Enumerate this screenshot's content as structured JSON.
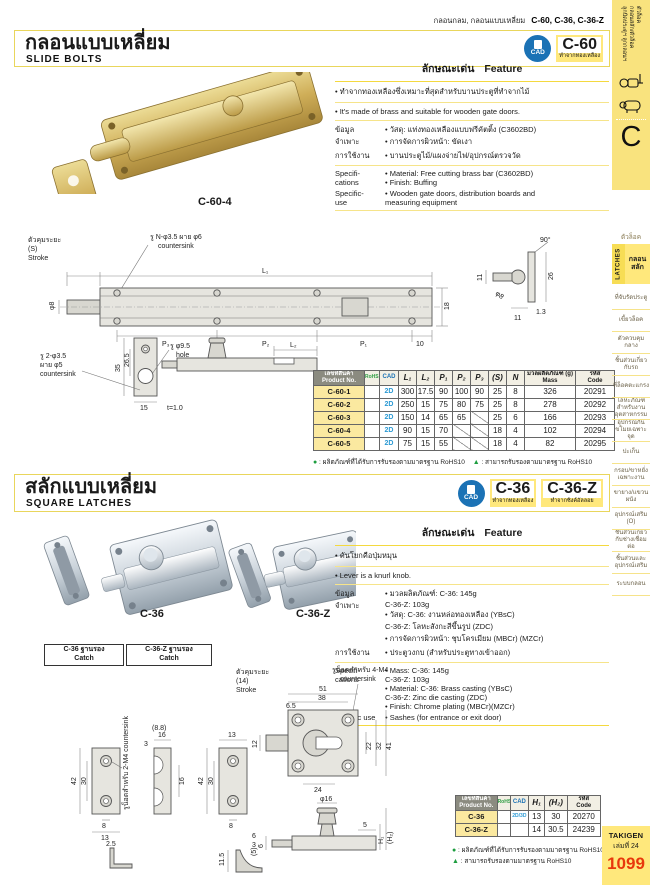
{
  "topbar": {
    "crumb": "กลอนกลม, กลอนแบบเหลี่ยม",
    "codes": "C-60, C-36, C-36-Z"
  },
  "colors": {
    "accent_yellow": "#FFE87C",
    "cad_blue": "#1B72B5",
    "cad_link_blue": "#2C9AD4",
    "page_number_red": "#E8380C",
    "rohs_green": "#1E9E40"
  },
  "sidebar": {
    "chapter": {
      "vt1": "ตัวล็อค",
      "vt2": "กลอนสลัก/ตัวล็อค",
      "vt3": "ลูกบิดประตูฯ ลูกกลอนฯ",
      "letter": "C"
    },
    "section_label": "ตัวล็อค",
    "vertical_label": "LATCHES",
    "active_item": "กลอน\nสลัก",
    "items": [
      "ที่จับรัดประตู",
      "เขี้ยวล็อค",
      "ตัวควบคุมกลาง",
      "ชิ้นส่วนเกี่ยวกับรถ",
      "ที่ล็อคตะแกรง",
      "โลหะภัณฑ์สำหรับงานอุตสาหกรรม",
      "อุปกรณ์กันขโมยเฉพาะจุด",
      "ปะเก็น",
      "กรอบ/ขาหยั่งเฉพาะงาน",
      "ขายาง/แขวนผนัง",
      "อุปกรณ์เสริม (O)",
      "ชิ้นส่วนเกี่ยวกับช่างเชื่อมต่อ",
      "ชิ้นส่วนและอุปกรณ์เสริม",
      "ระบบกลอน"
    ]
  },
  "page": {
    "brand": "TAKIGEN",
    "volume": "เล่มที่ 24",
    "number": "1099"
  },
  "section1": {
    "title_th": "กลอนแบบเหลี่ยม",
    "title_en": "SLIDE BOLTS",
    "cad_label": "CAD",
    "model": {
      "code": "C-60",
      "subtitle": "ทำจากทองเหลือง"
    },
    "photo_caption": "C-60-4",
    "feature": {
      "heading_th": "ลักษณะเด่น",
      "heading_en": "Feature",
      "bullet_th": "• ทำจากทองเหลืองซึ่งเหมาะที่สุดสำหรับบานประตูที่ทำจากไม้",
      "bullet_en": "• It's made of brass and suitable for wooden gate doors.",
      "groups": [
        {
          "label": "ข้อมูล\nจำเพาะ",
          "text": "• วัสดุ: แท่งทองเหลืองแบบฟรีคัตติ้ง (C3602BD)\n• การจัดการผิวหน้า: ขัดเงา"
        },
        {
          "label": "การใช้งาน",
          "text": "• บานประตูไม้/แผงจ่ายไฟ/อุปกรณ์ตรวจวัด"
        },
        {
          "label": "Specifi-\ncations",
          "text": "• Material: Free cutting brass bar (C3602BD)\n• Finish: Buffing"
        },
        {
          "label": "Specific-\nuse",
          "text": "• Wooden gate doors, distribution boards and\n  measuring equipment"
        }
      ]
    },
    "drawing": {
      "stroke_l1": "ตัวคุมระยะ",
      "stroke_l2": "(S)",
      "stroke_l3": "Stroke",
      "cs1": "รู N-φ3.5 ผาย φ6",
      "cs2": "countersink",
      "dia_rod": "φ8",
      "L1": "L₁",
      "d18": "18",
      "P3": "P₃",
      "P2": "P₂",
      "P1": "P₁",
      "d10": "10",
      "sv_angle": "90°",
      "sv_11a": "11",
      "sv_26": "26",
      "sv_13": "1.3",
      "sv_11b": "11",
      "sv_dia8": "φ8",
      "L2": "L₂",
      "pl_35": "35",
      "pl_265": "26.5",
      "pl_15": "15",
      "pl_t": "t=1.0",
      "pl_cs1": "รู 2-φ3.5",
      "pl_cs2": "ผาย φ5",
      "pl_cs3": "countersink",
      "pl_h1": "รู φ9.5",
      "pl_h2": "hole"
    },
    "table": {
      "headers": [
        {
          "t": "เลขที่สินค้า\nProduct No.",
          "c": "hprod"
        },
        {
          "t": "RoHS10",
          "c": "hrohs"
        },
        {
          "t": "CAD",
          "c": "hcad"
        },
        {
          "t": "L₁",
          "c": "hdim"
        },
        {
          "t": "L₂",
          "c": "hdim"
        },
        {
          "t": "P₁",
          "c": "hdim"
        },
        {
          "t": "P₂",
          "c": "hdim"
        },
        {
          "t": "P₃",
          "c": "hdim"
        },
        {
          "t": "(S)",
          "c": "hdim"
        },
        {
          "t": "N",
          "c": "hdim"
        },
        {
          "t": "มวลผลิตภัณฑ์ (g)\nMass",
          "c": "hmass"
        },
        {
          "t": "รหัส\nCode",
          "c": "hcode"
        }
      ],
      "cad_col": 2,
      "rows": [
        [
          "C-60-1",
          "",
          "2D",
          "300",
          "17.5",
          "90",
          "100",
          "90",
          "25",
          "8",
          "326",
          "20291"
        ],
        [
          "C-60-2",
          "",
          "2D",
          "250",
          "15",
          "75",
          "80",
          "75",
          "25",
          "8",
          "278",
          "20292"
        ],
        [
          "C-60-3",
          "",
          "2D",
          "150",
          "14",
          "65",
          "65",
          null,
          "25",
          "6",
          "166",
          "20293"
        ],
        [
          "C-60-4",
          "",
          "2D",
          "90",
          "15",
          "70",
          null,
          null,
          "18",
          "4",
          "102",
          "20294"
        ],
        [
          "C-60-5",
          "",
          "2D",
          "75",
          "15",
          "55",
          null,
          null,
          "18",
          "4",
          "82",
          "20295"
        ]
      ]
    },
    "footnote": {
      "dot": "●",
      "dot_text": " : ผลิตภัณฑ์ที่ได้รับการรับรองตามมาตรฐาน RoHS10",
      "tri": "▲",
      "tri_text": " : สามารถรับรองตามมาตรฐาน RoHS10"
    }
  },
  "section2": {
    "title_th": "สลักแบบเหลี่ยม",
    "title_en": "SQUARE LATCHES",
    "cad_label": "CAD",
    "models": [
      {
        "code": "C-36",
        "subtitle": "ทำจากทองเหลือง"
      },
      {
        "code": "C-36-Z",
        "subtitle": "ทำจากซิงค์อัลลอย"
      }
    ],
    "photo_captions": [
      "C-36",
      "C-36-Z"
    ],
    "catch_labels": [
      {
        "line1": "C-36 ฐานรอง",
        "line2": "Catch"
      },
      {
        "line1": "C-36-Z ฐานรอง",
        "line2": "Catch"
      }
    ],
    "feature": {
      "heading_th": "ลักษณะเด่น",
      "heading_en": "Feature",
      "bullet_th": "• คันโยกคือปุ่มหมุน",
      "bullet_en": "• Lever is a knurl knob.",
      "groups": [
        {
          "label": "ข้อมูล\nจำเพาะ",
          "text": "• มวลผลิตภัณฑ์: C-36: 145g\n                 C-36-Z: 103g\n• วัสดุ: C-36: งานหล่อทองเหลือง (YBsC)\n         C-36-Z: โลหะสังกะสีขึ้นรูป (ZDC)\n• การจัดการผิวหน้า: ชุบโครเมียม (MBCr) (MZCr)"
        },
        {
          "label": "การใช้งาน",
          "text": "• ประตูวงกบ (สำหรับประตูทางเข้าออก)"
        },
        {
          "label": "Specifi-\ncations",
          "text": "• Mass: C-36: 145g\n        C-36-Z: 103g\n• Material: C-36: Brass casting (YBsC)\n            C-36-Z: Zinc die casting (ZDC)\n• Finish: Chrome plating (MBCr)(MZCr)"
        },
        {
          "label": "Specific use",
          "text": "• Sashes (for entrance or exit door)"
        }
      ]
    },
    "drawing": {
      "stroke_l1": "ตัวคุมระยะ",
      "stroke_l2": "(14)",
      "stroke_l3": "Stroke",
      "cs4_1": "รูน็อตสำหรับ 4-M4",
      "cs4_2": "countersink",
      "cs2a": "รูน็อตสำหรับ 2-M4 countersink",
      "cs2b": "รูน็อตสำหรับ 2-M4 countersink",
      "c1_42": "42",
      "c1_30": "30",
      "c1_8": "8",
      "c1_13": "13",
      "c1_25": "2.5",
      "m_16t": "16",
      "m_3": "3",
      "m_88": "(8.8)",
      "m_16r": "16",
      "c2_13": "13",
      "c2_42": "42",
      "c2_30": "30",
      "c2_8": "8",
      "c2_6": "6",
      "c2_3": "3",
      "c2_115": "11.5",
      "b_51": "51",
      "b_65": "6.5",
      "b_38": "38",
      "b_12": "12",
      "b_22": "22",
      "b_32": "32",
      "b_41": "41",
      "b_24": "24",
      "k_dia": "φ16",
      "k_5": "5",
      "k_h2": "(H₂)",
      "k_h1": "H₁",
      "k_6": "6",
      "k_5p": "(5)"
    },
    "table": {
      "headers": [
        {
          "t": "เลขที่สินค้า\nProduct No.",
          "c": "hprod"
        },
        {
          "t": "RoHS10",
          "c": "hrohs"
        },
        {
          "t": "CAD",
          "c": "hcad"
        },
        {
          "t": "H₁",
          "c": "hdim"
        },
        {
          "t": "(H₂)",
          "c": "hdim"
        },
        {
          "t": "รหัส\nCode",
          "c": "hcode"
        }
      ],
      "cad_col": 2,
      "rows": [
        [
          "C-36",
          "",
          "2D/3D",
          "13",
          "30",
          "20270"
        ],
        [
          "C-36-Z",
          "",
          "",
          "14",
          "30.5",
          "24239"
        ]
      ]
    },
    "footnote": {
      "dot": "●",
      "dot_text": " : ผลิตภัณฑ์ที่ได้รับการรับรองตามมาตรฐาน RoHS10",
      "tri": "▲",
      "tri_text": " : สามารถรับรองตามมาตรฐาน RoHS10"
    }
  }
}
